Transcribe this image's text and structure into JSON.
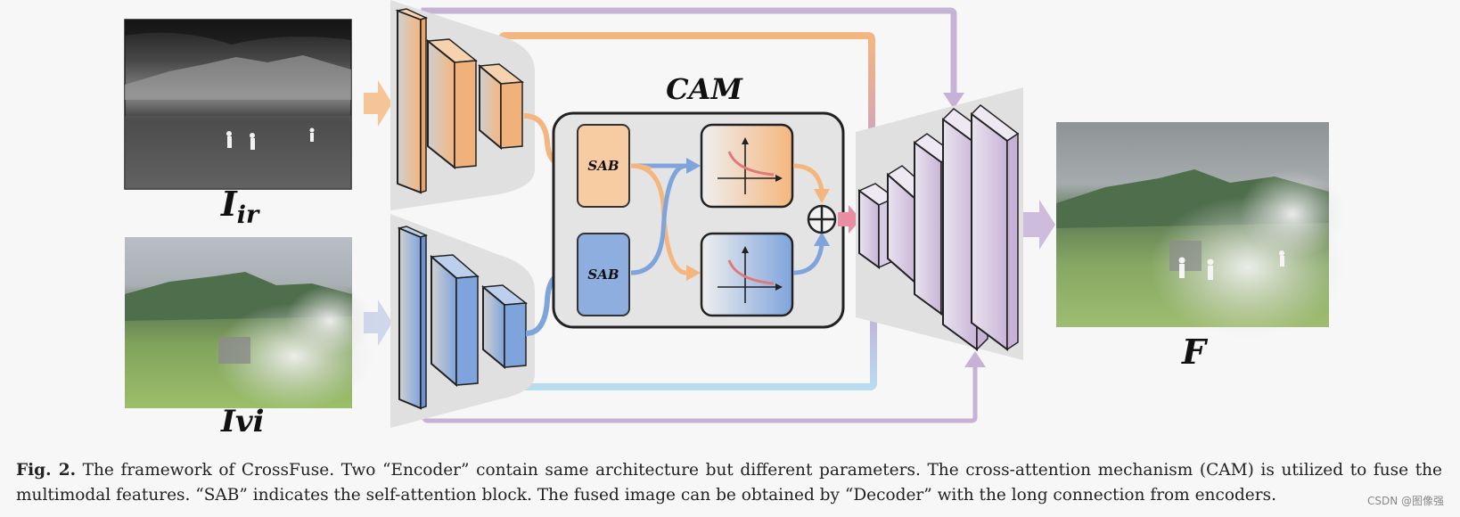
{
  "labels": {
    "ir_main": "I",
    "ir_sub": "ir",
    "vi": "Ivi",
    "fused": "F",
    "cam": "CAM",
    "sab_top": "SAB",
    "sab_bottom": "SAB",
    "fusion_op": "⊕"
  },
  "caption": {
    "fig": "Fig. 2.",
    "text": "The framework of CrossFuse. Two “Encoder” contain same architecture but different parameters. The cross-attention mechanism (CAM) is utilized to fuse the multimodal features. “SAB” indicates the self-attention block. The fused image can be obtained by “Decoder” with the long connection from encoders."
  },
  "watermark": "CSDN @图像强",
  "colors": {
    "orange": "#f4b67e",
    "blue": "#7fa4dc",
    "purple": "#c6b2d6",
    "light_blue": "#b9dcee",
    "pink": "#e98ea2",
    "panel": "#e4e4e4",
    "dark": "#222222"
  }
}
